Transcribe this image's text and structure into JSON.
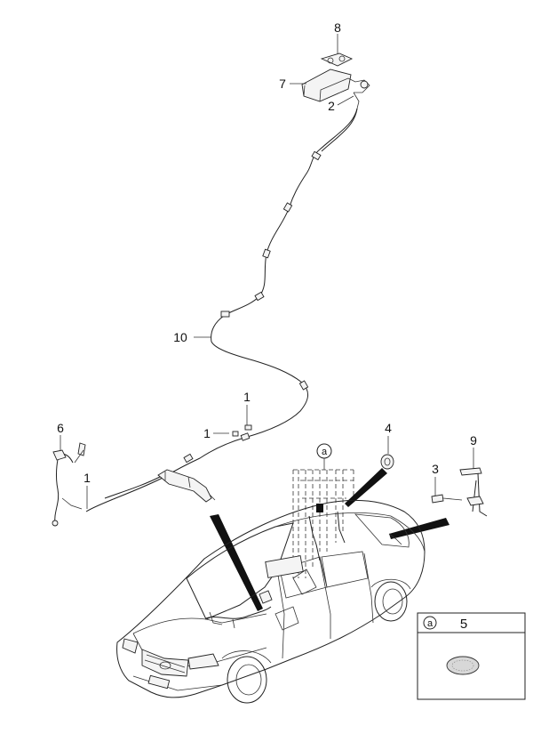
{
  "diagram": {
    "callouts": {
      "n1a": "1",
      "n1b": "1",
      "n1c": "1",
      "n2": "2",
      "n3": "3",
      "n4": "4",
      "n6": "6",
      "n7": "7",
      "n8": "8",
      "n9": "9",
      "n10": "10"
    },
    "reference_marker": "a",
    "legend": {
      "marker": "a",
      "part_number": "5"
    }
  }
}
